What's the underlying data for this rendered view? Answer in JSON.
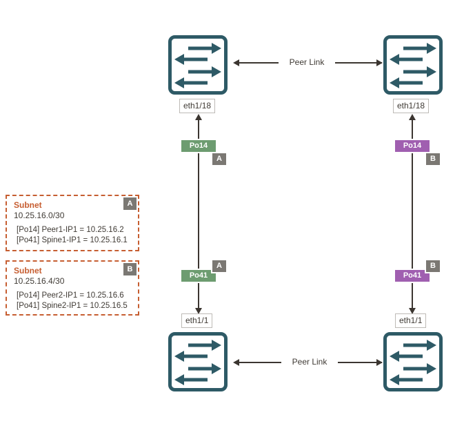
{
  "peer_link": {
    "label": "Peer Link"
  },
  "switch_ports": {
    "top_left": "eth1/18",
    "top_right": "eth1/18",
    "bottom_left": "eth1/1",
    "bottom_right": "eth1/1"
  },
  "port_channels": {
    "left_top": "Po14",
    "left_bottom": "Po41",
    "right_top": "Po14",
    "right_bottom": "Po41"
  },
  "zones": {
    "left": "A",
    "right": "B"
  },
  "subnets": [
    {
      "title": "Subnet",
      "cidr": "10.25.16.0/30",
      "zone": "A",
      "entries": [
        "[Po14] Peer1-IP1 = 10.25.16.2",
        "[Po41] Spine1-IP1 = 10.25.16.1"
      ]
    },
    {
      "title": "Subnet",
      "cidr": "10.25.16.4/30",
      "zone": "B",
      "entries": [
        "[Po14] Peer2-IP1 = 10.25.16.6",
        "[Po41] Spine2-IP1 = 10.25.16.5"
      ]
    }
  ],
  "colors": {
    "switch_teal": "#2e5a66",
    "po_green": "#6d9c70",
    "po_purple": "#a05fb0",
    "zone_gray": "#7b7873",
    "subnet_orange": "#c65d30",
    "connector": "#3b3530",
    "text": "#3f3a34"
  }
}
